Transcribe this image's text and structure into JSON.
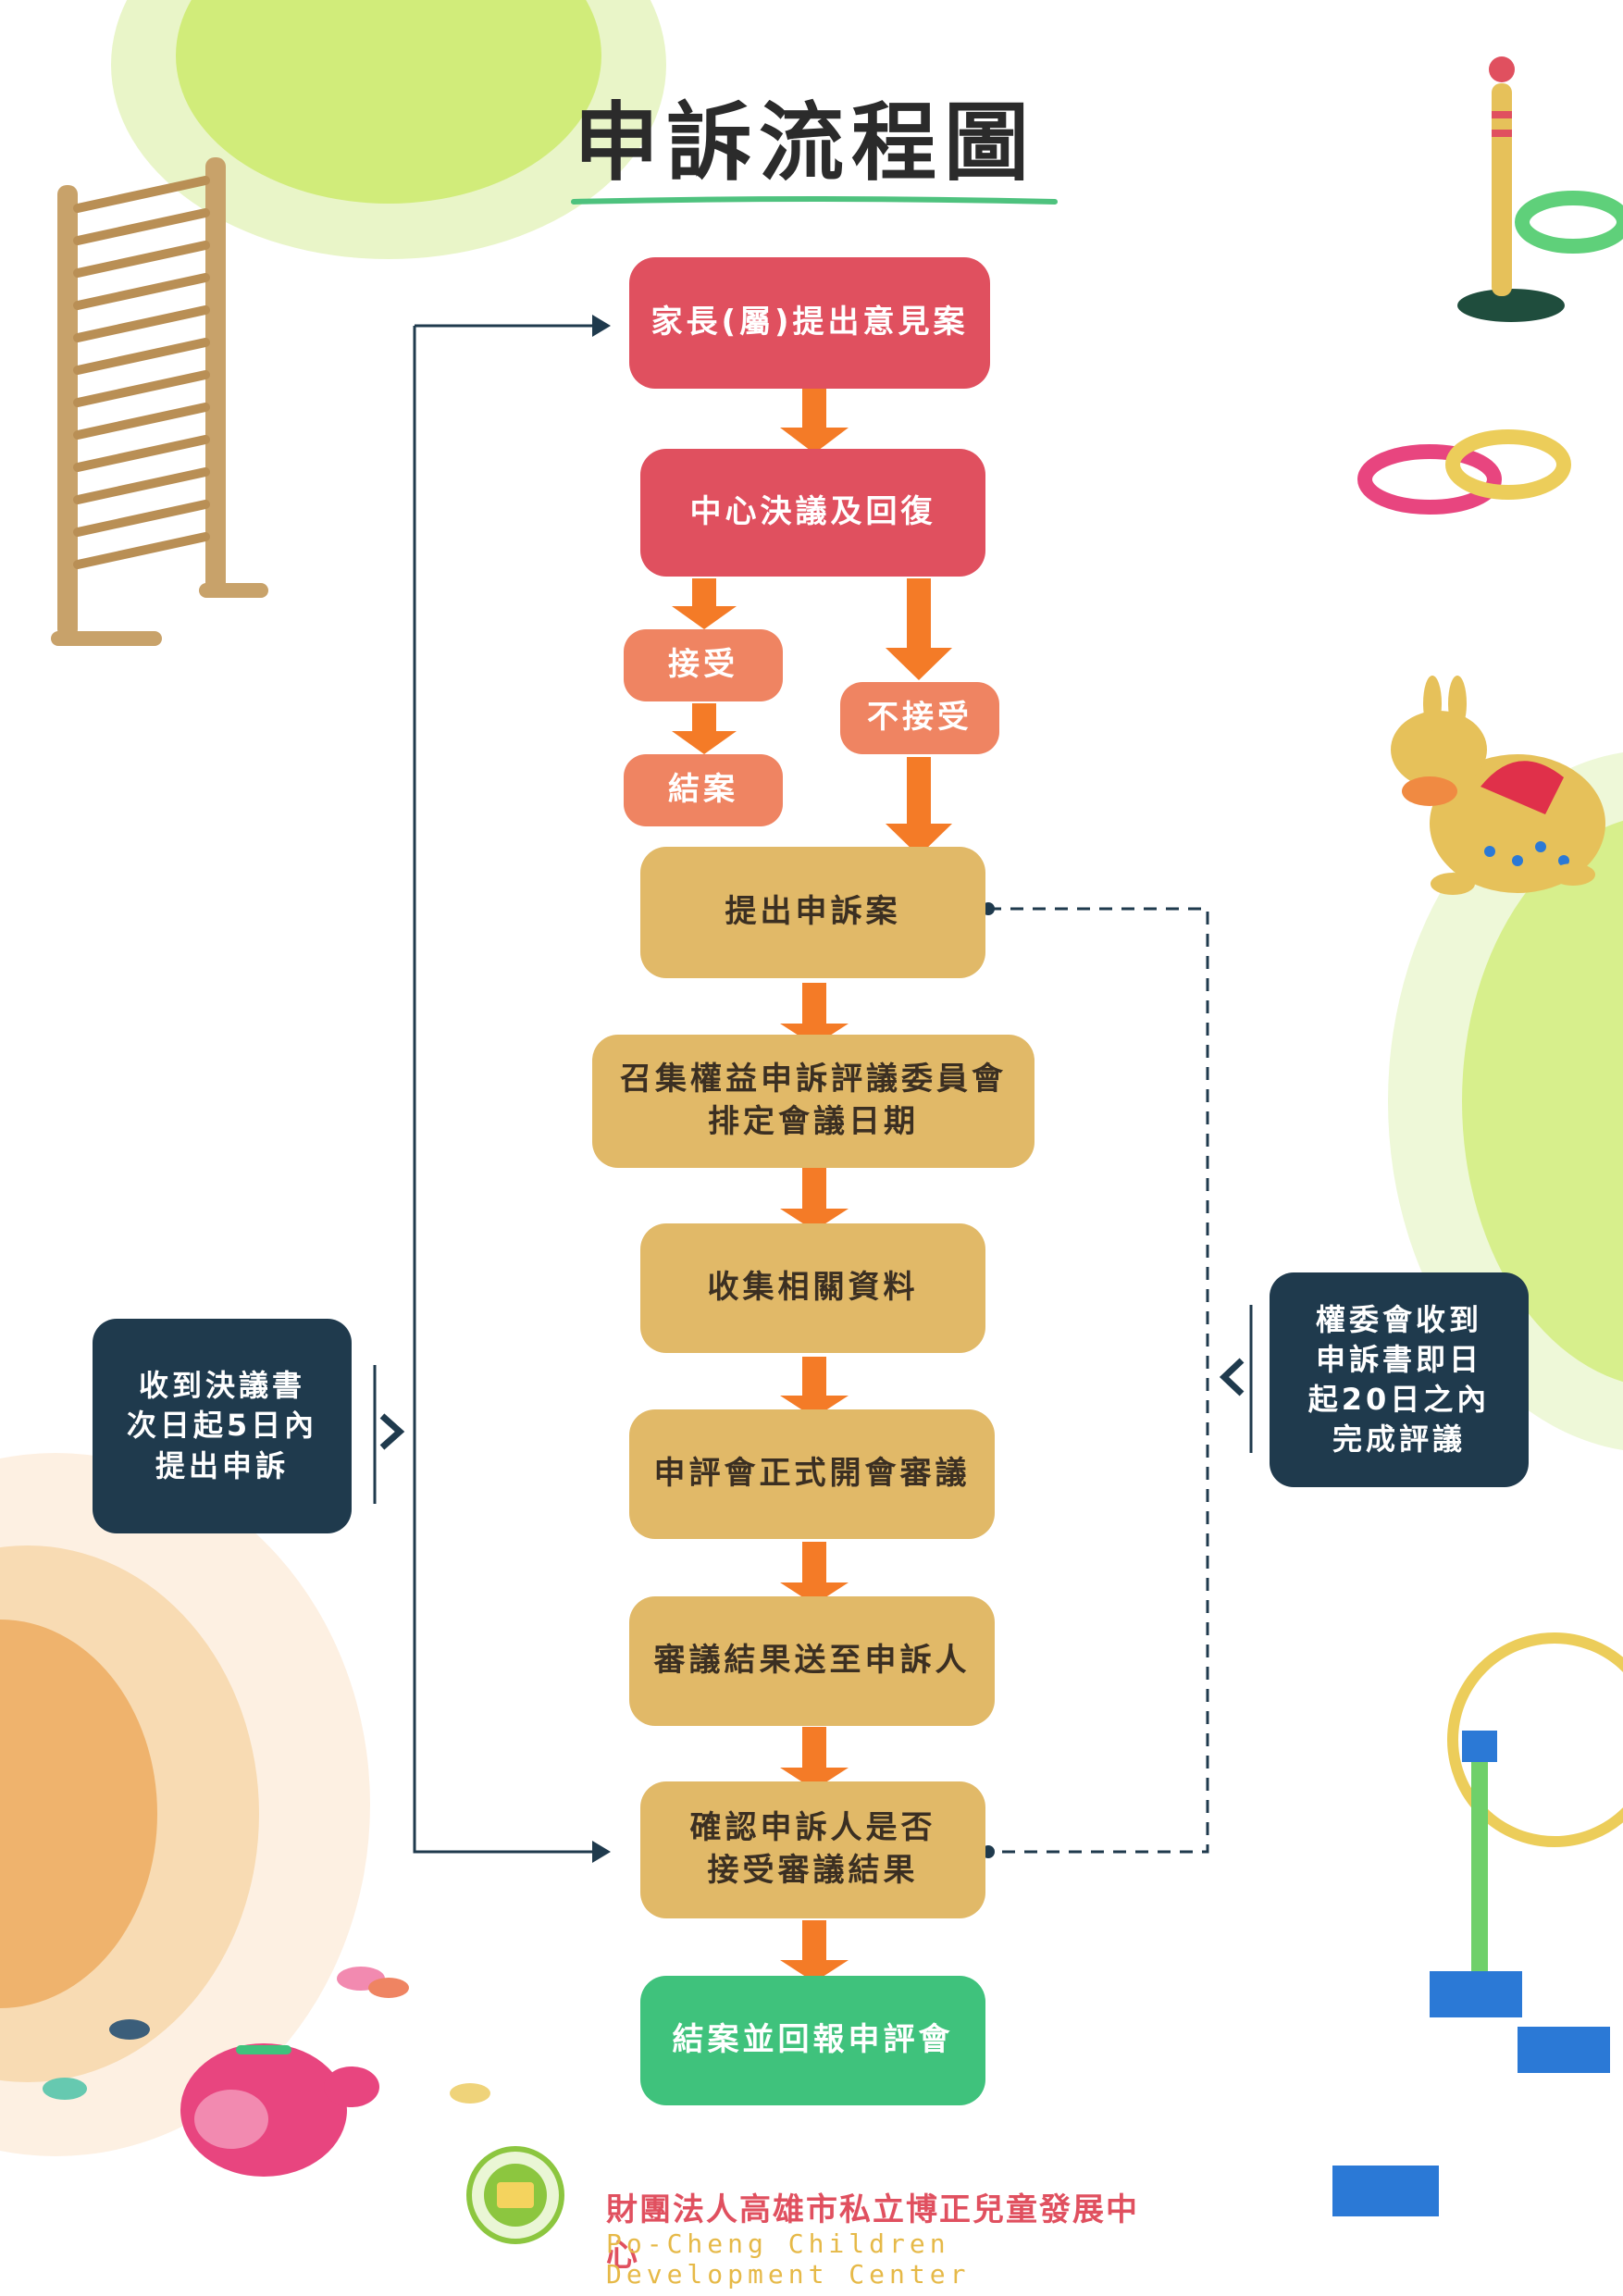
{
  "title": "申訴流程圖",
  "steps": {
    "parent_submit": "家長(屬)提出意見案",
    "center_reply": "中心決議及回復",
    "accept": "接受",
    "close": "結案",
    "not_accept": "不接受",
    "file_complaint": "提出申訴案",
    "convene": [
      "召集權益申訴評議委員會",
      "排定會議日期"
    ],
    "collect": "收集相關資料",
    "formal_review": "申評會正式開會審議",
    "send_result": "審議結果送至申訴人",
    "confirm": [
      "確認申訴人是否",
      "接受審議結果"
    ],
    "final": "結案並回報申評會"
  },
  "notes": {
    "left": [
      "收到決議書",
      "次日起5日內",
      "提出申訴"
    ],
    "right": [
      "權委會收到",
      "申訴書即日",
      "起20日之內",
      "完成評議"
    ]
  },
  "footer": {
    "org_name": "財團法人高雄市私立博正兒童發展中心",
    "org_name_en": "Po-Cheng Children Development Center"
  },
  "colors": {
    "red": "#e0505f",
    "salmon": "#ef8462",
    "gold": "#e1b968",
    "green": "#3fc27c",
    "navy": "#1f3a4d",
    "arrow": "#f47b27"
  }
}
